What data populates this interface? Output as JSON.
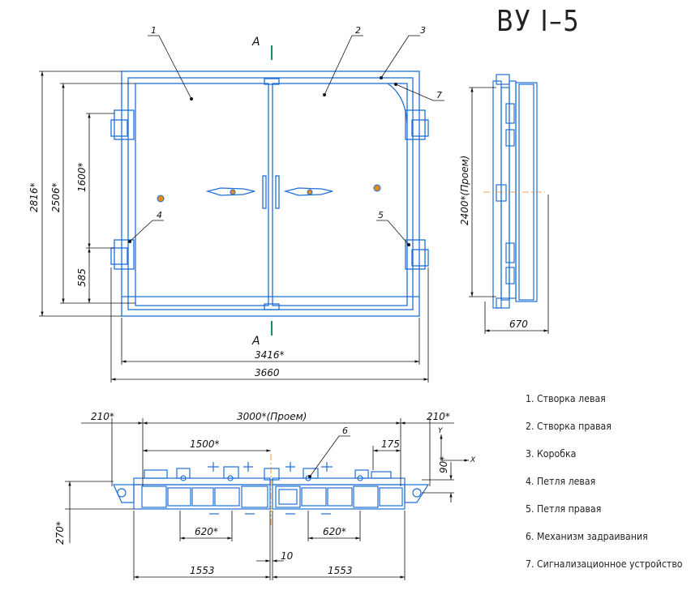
{
  "title": "ВУ I–5",
  "section_marks": {
    "top": "А",
    "bottom": "А"
  },
  "callouts": [
    "1",
    "2",
    "3",
    "4",
    "5",
    "6",
    "7"
  ],
  "dimensions": {
    "height_total": "2816*",
    "height_inner": "2506*",
    "hinge_spacing": "1600*",
    "hinge_bottom": "585",
    "width_inner": "3416*",
    "width_total": "3660",
    "side_opening": "2400*(Проем)",
    "side_depth": "670",
    "plan_left_offset": "210*",
    "plan_opening": "3000*(Проем)",
    "plan_right_offset": "210*",
    "plan_half": "1500*",
    "plan_175": "175",
    "plan_90": "90*",
    "plan_270": "270*",
    "plan_620_left": "620*",
    "plan_620_right": "620*",
    "plan_gap": "10",
    "plan_leaf_left": "1553",
    "plan_leaf_right": "1553"
  },
  "axes": {
    "y": "Y",
    "x": "X"
  },
  "legend": [
    "1. Створка левая",
    "2. Створка правая",
    "3. Коробка",
    "4. Петля левая",
    "5. Петля правая",
    "6. Механизм задраивания",
    "7. Сигнализационное устройство"
  ],
  "colors": {
    "outline": "#1f6fd6",
    "dim": "#111111",
    "center": "#e08a1e"
  }
}
